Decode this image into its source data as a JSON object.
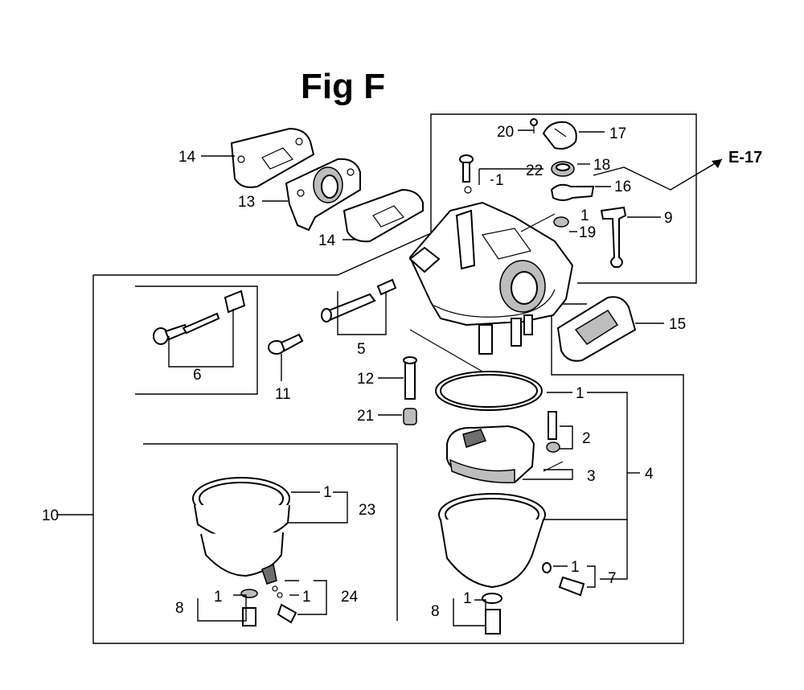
{
  "title": "Fig F",
  "ref_label": "E-17",
  "callouts": {
    "c1": "1",
    "c2": "2",
    "c3": "3",
    "c4": "4",
    "c5": "5",
    "c6": "6",
    "c7": "7",
    "c8": "8",
    "c9": "9",
    "c10": "10",
    "c11": "11",
    "c12": "12",
    "c13": "13",
    "c14": "14",
    "c15": "15",
    "c16": "16",
    "c17": "17",
    "c18": "18",
    "c19": "19",
    "c20": "20",
    "c21": "21",
    "c22": "22",
    "c23": "23",
    "c24": "24"
  }
}
